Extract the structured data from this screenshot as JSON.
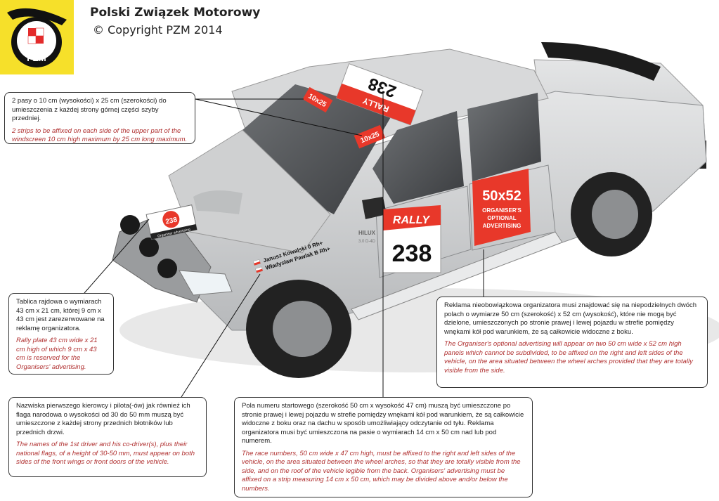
{
  "header": {
    "title": "Polski Związek Motorowy",
    "copyright": "© Copyright  PZM 2014",
    "logo_text": "PZM"
  },
  "car_labels": {
    "sticker_10x25_left": "10x25",
    "sticker_10x25_right": "10x25",
    "roof_rally": "RALLY",
    "roof_number": "238",
    "door_rally": "RALLY",
    "door_number": "238",
    "panel_size": "50x52",
    "panel_line1": "ORGANISER'S",
    "panel_line2": "OPTIONAL",
    "panel_line3": "ADVERTISING",
    "hood_number": "238",
    "hood_small": "Organiser advertising",
    "driver_name": "Janusz Kowalski 0 Rh+",
    "codriver_name": "Władysław Pawlak B Rh+",
    "model_badge": "HILUX",
    "model_sub": "3.0 D-4D"
  },
  "callouts": {
    "windscreen": {
      "pl": "2 pasy o 10 cm (wysokości) x 25 cm (szerokości) do umieszczenia z każdej strony górnej części szyby przedniej.",
      "en": "2 strips to be affixed on each side of the upper part of the windscreen 10 cm high maximum by 25 cm long maximum."
    },
    "rally_plate": {
      "pl": "Tablica rajdowa o wymiarach 43 cm x 21 cm, której 9 cm x 43 cm jest zarezerwowane na reklamę organizatora.",
      "en": "Rally plate 43 cm wide x 21 cm high of which 9 cm x 43 cm is reserved for the Organisers' advertising."
    },
    "names": {
      "pl": "Nazwiska pierwszego kierowcy i pilota(-ów) jak również ich flaga narodowa o wysokości od 30 do 50 mm muszą być umieszczone z każdej strony przednich błotników lub przednich drzwi.",
      "en": "The names of the 1st driver and his co-driver(s), plus their national flags, of a height of 30-50 mm, must appear on both sides of the front wings or front doors of the vehicle."
    },
    "numbers": {
      "pl": "Pola numeru startowego (szerokość 50 cm x wysokość 47 cm) muszą być umieszczone po stronie prawej i lewej pojazdu w strefie pomiędzy wnękami kół pod warunkiem, że są całkowicie widoczne z boku oraz na dachu w sposób umożliwiający odczytanie od tyłu. Reklama organizatora musi być umieszczona na pasie o wymiarach 14 cm x 50 cm nad lub pod numerem.",
      "en": "The race numbers, 50 cm wide x 47 cm high, must be affixed to the right and left sides of the vehicle, on the area situated between the wheel arches, so that they are totally visible from the side, and on the roof of the vehicle legible from the back. Organisers' advertising must be affixed on a strip measuring 14 cm x 50 cm, which may be divided above and/or below the numbers."
    },
    "optional_ads": {
      "pl": "Reklama nieobowiązkowa organizatora musi znajdować się na niepodzielnych dwóch polach o wymiarze 50 cm (szerokość) x 52 cm (wysokość), które nie mogą być dzielone, umieszczonych po stronie prawej i lewej pojazdu w strefie pomiędzy wnękami kół pod warunkiem, że są całkowicie widoczne z boku.",
      "en": "The Organiser's optional advertising will appear on two 50 cm wide x 52 cm high panels which cannot be subdivided, to be affixed on the right and left sides of the vehicle, on the area situated between the wheel arches provided that they are totally visible from the side."
    }
  },
  "colors": {
    "accent_red": "#e8382a",
    "logo_yellow": "#f6e02a",
    "body_silver": "#c9cbcc",
    "callout_english": "#b03030"
  }
}
